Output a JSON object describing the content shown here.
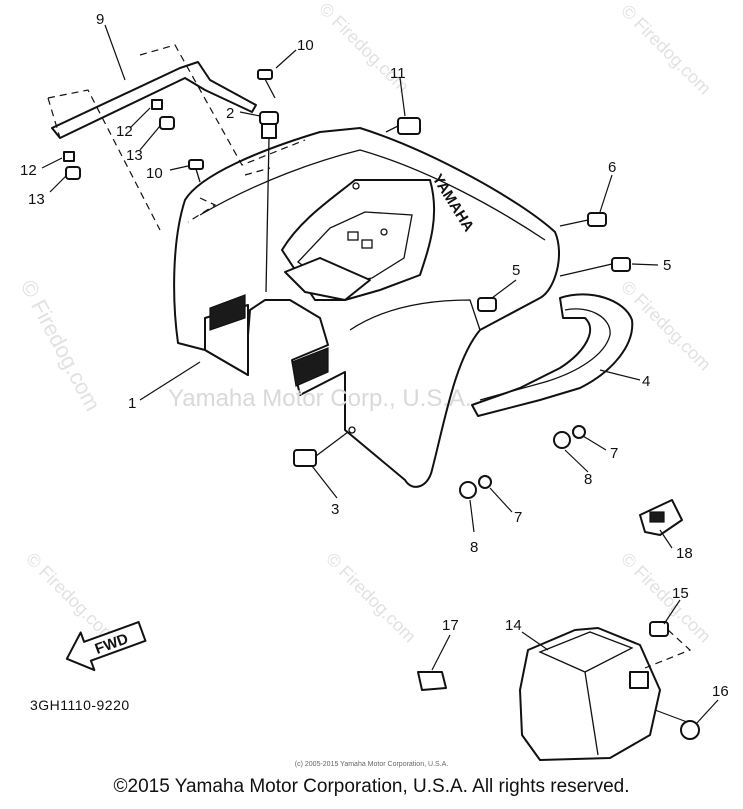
{
  "diagram": {
    "callouts": {
      "c1": "1",
      "c2": "2",
      "c3": "3",
      "c4": "4",
      "c5a": "5",
      "c5b": "5",
      "c6": "6",
      "c7a": "7",
      "c7b": "7",
      "c8a": "8",
      "c8b": "8",
      "c9": "9",
      "c10a": "10",
      "c10b": "10",
      "c11": "11",
      "c12a": "12",
      "c12b": "12",
      "c13a": "13",
      "c13b": "13",
      "c14": "14",
      "c15": "15",
      "c16": "16",
      "c17": "17",
      "c18": "18"
    },
    "fender_logo": "YAMAHA",
    "fwd_label": "FWD",
    "catalog_code": "3GH1110-9220"
  },
  "watermarks": {
    "site": "© Firedog.com",
    "center": "Yamaha Motor Corp., U.S.A."
  },
  "small_copyright": "(c) 2005-2015 Yamaha Motor Corporation, U.S.A.",
  "footer": "©2015 Yamaha Motor Corporation, U.S.A. All rights reserved."
}
